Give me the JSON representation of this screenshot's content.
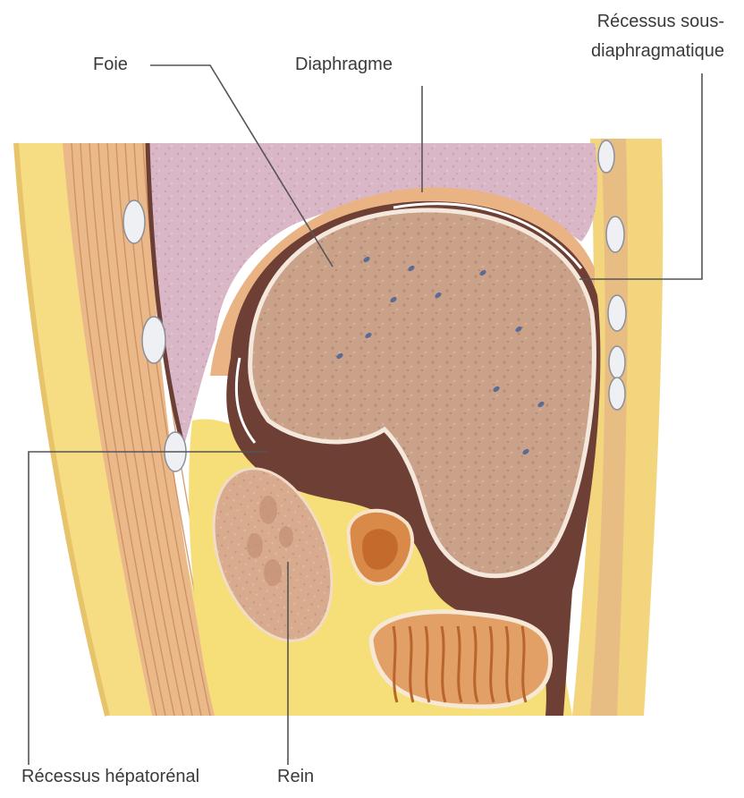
{
  "labels": {
    "foie": "Foie",
    "diaphragme": "Diaphragme",
    "recessus_sous_line1": "Récessus sous-",
    "recessus_sous_line2": "diaphragmatique",
    "recessus_hepatorenal": "Récessus hépatorénal",
    "rein": "Rein"
  },
  "colors": {
    "skin": "#f4d98a",
    "fat": "#f7df6e",
    "muscle": "#e9b787",
    "muscle_lines": "#c98a58",
    "lung": "#d6b3c3",
    "liver": "#c9a088",
    "liver_dots": "#5a6b98",
    "peritoneal_cavity": "#6b3f35",
    "kidney": "#d9aa8c",
    "intestine": "#c9783a",
    "rib": "#e6eaf2",
    "leader_line": "#555555"
  },
  "icons": {
    "rib_markers": "rib-cross-section-icon"
  }
}
